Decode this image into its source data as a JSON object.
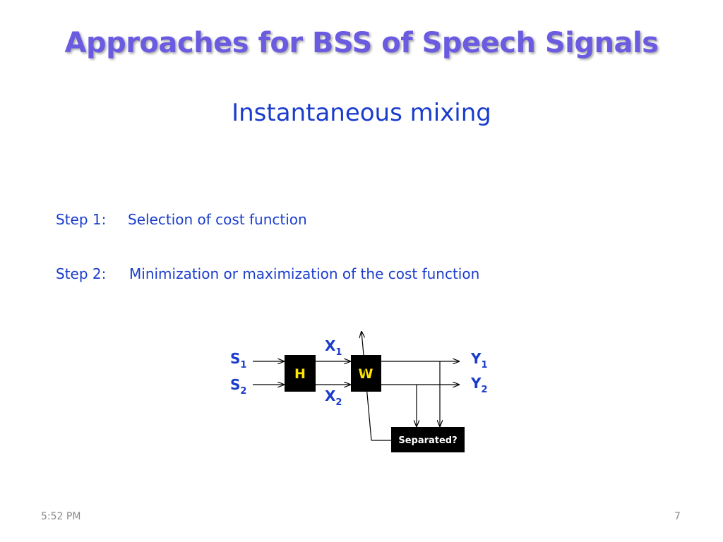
{
  "slide": {
    "title": "Approaches for BSS of Speech Signals",
    "subtitle": "Instantaneous mixing",
    "steps": [
      {
        "label": "Step 1:",
        "text": "Selection of cost function"
      },
      {
        "label": "Step 2:",
        "text": "Minimization or maximization of the cost function"
      }
    ],
    "footer": {
      "time": "5:52 PM",
      "page": "7"
    },
    "colors": {
      "title": "#6a5be0",
      "text": "#1a3ccc",
      "block": "#000000",
      "block_label": "#ffe600"
    }
  },
  "diagram": {
    "s1": "S",
    "s1_sub": "1",
    "s2": "S",
    "s2_sub": "2",
    "x1": "X",
    "x1_sub": "1",
    "x2": "X",
    "x2_sub": "2",
    "y1": "Y",
    "y1_sub": "1",
    "y2": "Y",
    "y2_sub": "2",
    "block_h": "H",
    "block_w": "W",
    "decision": "Separated?"
  }
}
